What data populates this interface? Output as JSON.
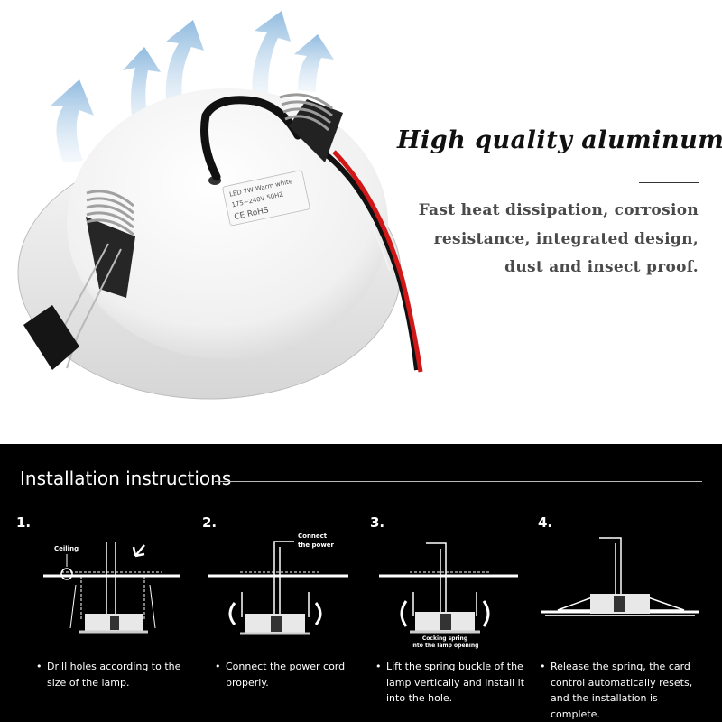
{
  "headline": "High quality aluminum",
  "description_lines": [
    "Fast heat dissipation, corrosion",
    "resistance, integrated design,",
    "dust and insect proof."
  ],
  "product_label": {
    "line1": "LED 7W Warm white",
    "line2": "175~240V 50HZ",
    "line3": "CE RoHS"
  },
  "installation": {
    "title": "Installation instructions",
    "steps": [
      {
        "number": "1.",
        "text": "Drill holes according to the size of the lamp.",
        "diagram_labels": [
          "Ceiling"
        ]
      },
      {
        "number": "2.",
        "text": "Connect the power cord properly.",
        "diagram_labels": [
          "Connect",
          "the power"
        ]
      },
      {
        "number": "3.",
        "text": "Lift the spring buckle of the lamp vertically and install it into the hole.",
        "diagram_labels": [
          "Cocking spring",
          "into the lamp opening"
        ]
      },
      {
        "number": "4.",
        "text": "Release the spring, the card control automatically resets, and the installation is complete.",
        "diagram_labels": []
      }
    ],
    "bullet": "•"
  },
  "colors": {
    "bottom_background": "#000000",
    "heat_arrow": "#9fc6e6",
    "wire_red": "#d01818",
    "wire_black": "#111111",
    "lamp_body": "#f4f4f4"
  }
}
